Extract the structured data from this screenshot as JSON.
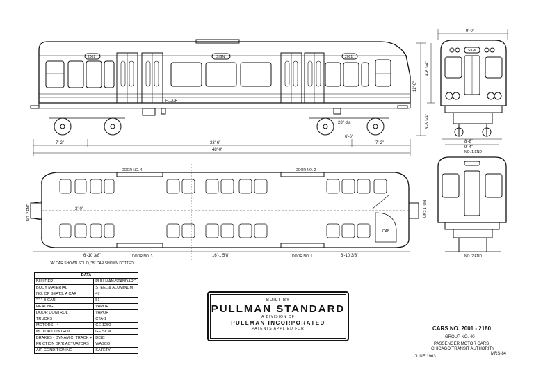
{
  "side_view": {
    "dest_sign_left": "2001",
    "dest_sign_center": "SIGN",
    "dest_sign_right": "2001",
    "floor_label": "FLOOR",
    "dim_overall_length": "48'-0\"",
    "dim_truck_centers": "33'-6\"",
    "dim_left_overhang": "7'-2\"",
    "dim_right_overhang": "7'-2\"",
    "dim_height": "12'-0\"",
    "dim_roof": "4'-6 3/4\"",
    "dim_floor": "3'-6 3/4\"",
    "dim_wheelbase": "6'-6\"",
    "dim_wheel": "28\" dia"
  },
  "end_view": {
    "dim_width": "9'-0\"",
    "dim_body": "9'-4\"",
    "dim_base": "8'-8\"",
    "sign": "SIGN",
    "label": "NO. 1 END"
  },
  "plan_view": {
    "door_no_1": "DOOR NO. 1",
    "door_no_2": "DOOR NO. 2",
    "door_no_3": "DOOR NO. 3",
    "door_no_4": "DOOR NO. 4",
    "end_no_1": "NO. 1 END",
    "end_no_2": "NO. 2 END",
    "cab": "CAB",
    "note": "\"A\" CAR SHOWN SOLID, \"B\" CAR SHOWN DOTTED",
    "dim_left": "6'-10 3/8\"",
    "dim_center": "16'-1 5/8\"",
    "dim_right": "6'-10 3/8\"",
    "seat_spacing": "2'-0\""
  },
  "rear_view_label": "NO. 2 END",
  "data_table": {
    "title": "DATA",
    "rows": [
      {
        "k": "BUILDER",
        "v": "PULLMAN-STANDARD"
      },
      {
        "k": "BODY MATERIAL",
        "v": "STEEL & ALUMINUM"
      },
      {
        "k": "NO. OF SEATS, A CAR",
        "v": "47"
      },
      {
        "k": "\"    \"    \"    B CAR",
        "v": "51"
      },
      {
        "k": "HEATING",
        "v": "VAPOR"
      },
      {
        "k": "DOOR CONTROL",
        "v": "VAPOR"
      },
      {
        "k": "TRUCKS",
        "v": "CTA-1"
      },
      {
        "k": "MOTORS - 4",
        "v": "GE 1250"
      },
      {
        "k": "MOTOR CONTROL",
        "v": "GE SCM"
      },
      {
        "k": "BRAKES - DYNAMIC, TRACK +",
        "v": "DISC"
      },
      {
        "k": "FRICTION BR'K ACTUATORS",
        "v": "WABCO"
      },
      {
        "k": "AIR CONDITIONING",
        "v": "SAFETY"
      }
    ]
  },
  "plaque": {
    "line1": "BUILT BY",
    "line2": "PULLMAN STANDARD",
    "line3": "A DIVISION OF",
    "line4": "PULLMAN INCORPORATED",
    "line5": "PATENTS APPLIED FOR"
  },
  "title_block": {
    "cars": "CARS NO. 2001 - 2180",
    "group": "GROUP NO. 40",
    "desc1": "PASSENGER MOTOR CARS",
    "desc2": "CHICAGO TRANSIT AUTHORITY",
    "date": "JUNE 1963",
    "drawing_no": "MRS-84"
  }
}
